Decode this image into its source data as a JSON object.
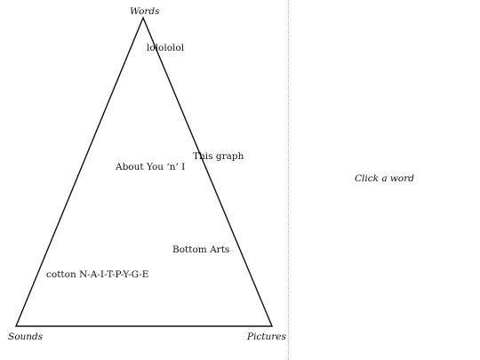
{
  "triangle": {
    "vertices": {
      "top": "Words",
      "left": "Sounds",
      "right": "Pictures"
    },
    "words": [
      {
        "text": "lolololol"
      },
      {
        "text": "This graph"
      },
      {
        "text": "About You ‘n’ I"
      },
      {
        "text": "Bottom Arts"
      },
      {
        "text": "cotton N-A-I-T-P-Y-G-E"
      }
    ]
  },
  "panel": {
    "hint": "Click a word"
  }
}
